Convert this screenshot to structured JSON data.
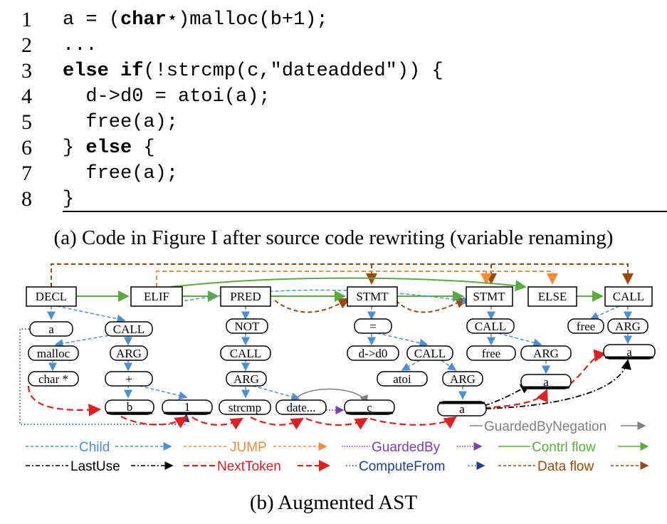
{
  "code": [
    {
      "num": "1",
      "parts": [
        {
          "t": "a = (",
          "b": false
        },
        {
          "t": "char",
          "b": true
        },
        {
          "t": "⋆)malloc(b+1);",
          "b": false
        }
      ]
    },
    {
      "num": "2",
      "parts": [
        {
          "t": "...",
          "b": false
        }
      ]
    },
    {
      "num": "3",
      "parts": [
        {
          "t": "else if",
          "b": true
        },
        {
          "t": "(!strcmp(c,\"dateadded\")) {",
          "b": false
        }
      ]
    },
    {
      "num": "4",
      "parts": [
        {
          "t": "  d->d0 = atoi(a);",
          "b": false
        }
      ]
    },
    {
      "num": "5",
      "parts": [
        {
          "t": "  free(a);",
          "b": false
        }
      ]
    },
    {
      "num": "6",
      "parts": [
        {
          "t": "} ",
          "b": false
        },
        {
          "t": "else",
          "b": true
        },
        {
          "t": " {",
          "b": false
        }
      ]
    },
    {
      "num": "7",
      "parts": [
        {
          "t": "  free(a);",
          "b": false
        }
      ]
    },
    {
      "num": "8",
      "parts": [
        {
          "t": "}",
          "b": false
        }
      ]
    }
  ],
  "caption_a": "(a) Code in Figure I after source code rewriting (variable renaming)",
  "caption_b": "(b) Augmented AST",
  "colors": {
    "child": "#4a90d9",
    "jump": "#f28c3c",
    "guarded_by": "#7a3fb0",
    "control_flow": "#5aad3c",
    "last_use": "#000000",
    "next_token": "#e02020",
    "compute_from": "#1f3f8f",
    "data_flow": "#9a4a0c",
    "guarded_by_negation": "#808080"
  },
  "nodes": {
    "decl": "DECL",
    "elif": "ELIF",
    "pred": "PRED",
    "stmt1": "STMT",
    "stmt2": "STMT",
    "else": "ELSE",
    "call_top": "CALL",
    "a1": "a",
    "call1": "CALL",
    "malloc": "malloc",
    "arg1": "ARG",
    "char_star": "char *",
    "plus": "+",
    "b": "b",
    "one": "1",
    "not": "NOT",
    "call2": "CALL",
    "arg2": "ARG",
    "strcmp": "strcmp",
    "date": "date...",
    "c": "c",
    "eq": "=",
    "d_d0": "d->d0",
    "call3": "CALL",
    "atoi": "atoi",
    "arg3": "ARG",
    "a2": "a",
    "call4": "CALL",
    "free1": "free",
    "arg4": "ARG",
    "a3": "a",
    "free2": "free",
    "arg5": "ARG",
    "a4": "a"
  },
  "legend": {
    "guarded_by_negation": "GuardedByNegation",
    "child": "Child",
    "jump": "JUMP",
    "guarded_by": "GuardedBy",
    "control_flow": "Contrl flow",
    "last_use": "LastUse",
    "next_token": "NextToken",
    "compute_from": "ComputeFrom",
    "data_flow": "Data flow"
  }
}
